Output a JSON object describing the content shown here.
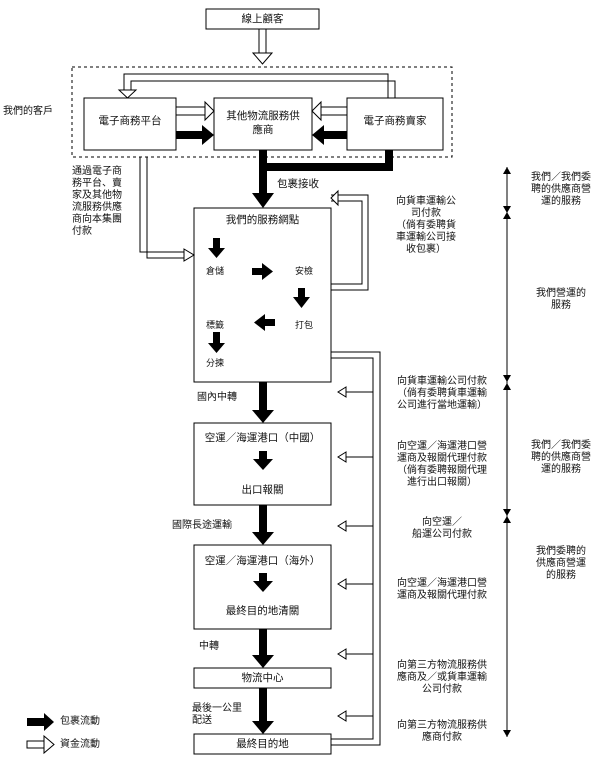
{
  "nodes": {
    "online_customer": "線上顧客",
    "platform": "電子商務平台",
    "other_logistics": "其他物流服務供\n應商",
    "merchant": "電子商務賣家",
    "service_network": "我們的服務網點",
    "warehousing": "倉儲",
    "security_check": "安檢",
    "packing": "打包",
    "labeling": "標籤",
    "sorting": "分揀",
    "port_cn": "空運／海運港口（中國）",
    "export_customs": "出口報關",
    "port_overseas": "空運／海運港口（海外）",
    "final_customs": "最終目的地清關",
    "logistics_center": "物流中心",
    "final_destination": "最終目的地"
  },
  "labels": {
    "our_customers": "我們的客戶",
    "pay_via_platform": "通過電子商\n務平台、賣\n家及其他物\n流服務供應\n商向本集團\n付款",
    "parcel_pickup": "包裹接收",
    "pay_truck_pickup": "向貨車運輸公\n司付款\n（倘有委聘貨\n車運輸公司接\n收包裹）",
    "domestic_transfer": "國內中轉",
    "pay_truck_domestic": "向貨車運輸公司付款\n（倘有委聘貨車運輸\n公司進行當地運輸）",
    "pay_port_export": "向空運／海運港口營\n運商及報關代理付款\n（倘有委聘報關代理\n進行出口報關）",
    "international_transport": "國際長途運輸",
    "pay_air_ship": "向空運／\n船運公司付款",
    "pay_port_customs": "向空運／海運港口營\n運商及報關代理付款",
    "transit": "中轉",
    "pay_3pl_or_truck": "向第三方物流服務供\n應商及／或貨車運輸\n公司付款",
    "last_mile": "最後一公里\n配送",
    "pay_3pl": "向第三方物流服務供\n應商付款"
  },
  "side_labels": {
    "ours_or_contracted_1": "我們／我們委\n聘的供應商營\n運的服務",
    "operated_by_us": "我們營運的\n服務",
    "ours_or_contracted_2": "我們／我們委\n聘的供應商營\n運的服務",
    "contracted_suppliers": "我們委聘的\n供應商營運\n的服務"
  },
  "legend": {
    "parcel_flow": "包裹流動",
    "money_flow": "資金流動"
  }
}
